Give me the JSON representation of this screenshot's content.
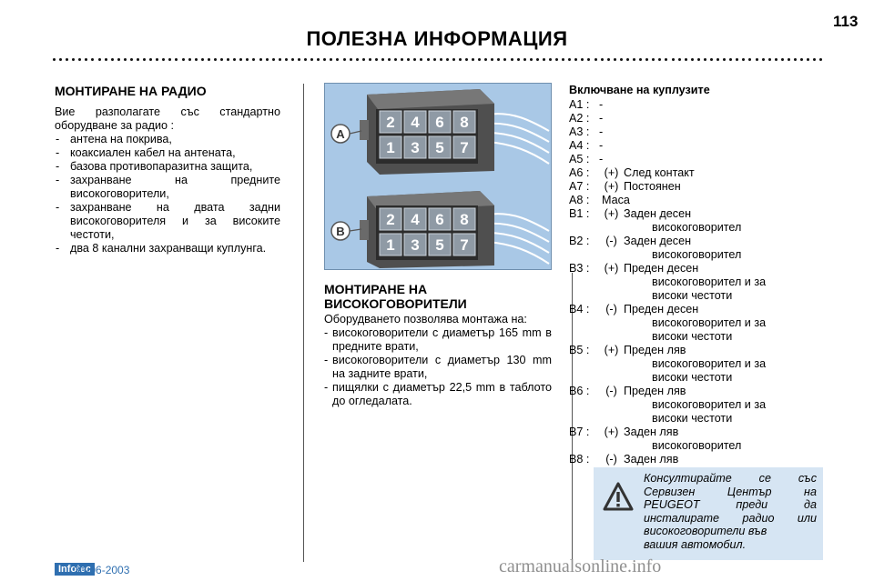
{
  "page_number": "113",
  "page_title": "ПОЛЕЗНА ИНФОРМАЦИЯ",
  "radio": {
    "heading": "МОНТИРАНЕ НА РАДИО",
    "intro": "Вие разполагате със стандартно оборудване за радио :",
    "items": [
      "антена на покрива,",
      "коаксиален кабел на антената,",
      "базова противопаразитна защита,",
      "захранване на предните високоговорители,",
      "захранване на двата задни високоговорителя и за високите честоти,",
      "два 8 канални захранващи куплунга."
    ]
  },
  "figure": {
    "connector_a": "A",
    "connector_b": "B",
    "top_pins": [
      "2",
      "4",
      "6",
      "8"
    ],
    "bottom_pins": [
      "1",
      "3",
      "5",
      "7"
    ]
  },
  "speakers": {
    "heading_line1": "МОНТИРАНЕ НА",
    "heading_line2": "ВИСОКОГОВОРИТЕЛИ",
    "intro": "Оборудването позволява монтажа на:",
    "items": [
      "високоговорители с диаметър 165 mm в предните врати,",
      "високоговорители с диаметър 130 mm на задните врати,",
      "пищялки с диаметър 22,5 mm в таблото до огледалата."
    ]
  },
  "connectors": {
    "heading": "Включване на куплузите",
    "pins": [
      {
        "id": "A1 :",
        "pol": "-",
        "l1": "",
        "l2": ""
      },
      {
        "id": "A2 :",
        "pol": "-",
        "l1": "",
        "l2": ""
      },
      {
        "id": "A3 :",
        "pol": "-",
        "l1": "",
        "l2": ""
      },
      {
        "id": "A4 :",
        "pol": "-",
        "l1": "",
        "l2": ""
      },
      {
        "id": "A5 :",
        "pol": "-",
        "l1": "",
        "l2": ""
      },
      {
        "id": "A6 :",
        "pol": "(+)",
        "l1": "След контакт",
        "l2": ""
      },
      {
        "id": "A7 :",
        "pol": "(+)",
        "l1": "Постоянен",
        "l2": ""
      },
      {
        "id": "A8 :",
        "pol": "",
        "l1": "Маса",
        "l2": ""
      },
      {
        "id": "B1 :",
        "pol": "(+)",
        "l1": "Заден десен",
        "l2": "високоговорител"
      },
      {
        "id": "B2 :",
        "pol": "(-)",
        "l1": "Заден десен",
        "l2": "високоговорител"
      },
      {
        "id": "B3 :",
        "pol": "(+)",
        "l1": "Преден десен",
        "l2": "високоговорител и за високи честоти"
      },
      {
        "id": "B4 :",
        "pol": "(-)",
        "l1": "Преден десен",
        "l2": "високоговорител и за високи честоти"
      },
      {
        "id": "B5 :",
        "pol": "(+)",
        "l1": "Преден ляв",
        "l2": "високоговорител и за високи честоти"
      },
      {
        "id": "B6 :",
        "pol": "(-)",
        "l1": "Преден ляв",
        "l2": "високоговорител и за високи честоти"
      },
      {
        "id": "B7 :",
        "pol": "(+)",
        "l1": "Заден ляв",
        "l2": "високоговорител"
      },
      {
        "id": "B8 :",
        "pol": "(-)",
        "l1": "Заден ляв",
        "l2": "високоговорител"
      }
    ]
  },
  "warning": {
    "icon": "warning-triangle-icon",
    "text": "Консултирайте се със Сервизен Център на PEUGEOT преди да инсталирате радио или високоговорители във",
    "text_last": "вашия автомобил."
  },
  "footer": {
    "logo": "Infotec",
    "date": "30-06-2003"
  },
  "watermark": "carmanualsonline.info",
  "colors": {
    "figure_bg": "#a9c8e6",
    "warning_bg": "#d6e5f3",
    "footer_blue": "#2f6fb0"
  }
}
